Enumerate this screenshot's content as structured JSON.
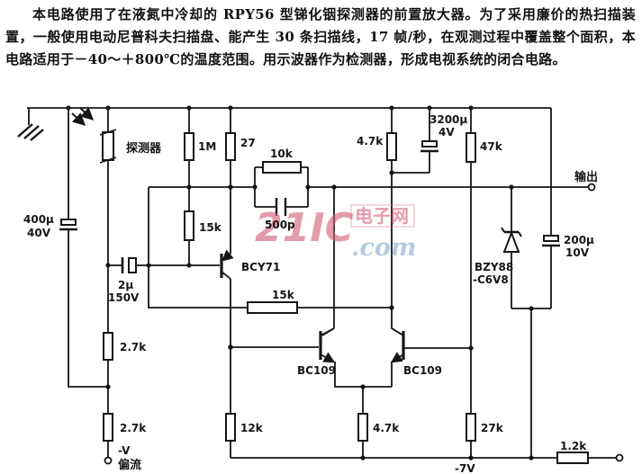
{
  "description": {
    "text": "本电路使用了在液氮中冷却的 RPY56 型锑化铟探测器的前置放大器。为了采用廉价的热扫描装置，一般使用电动尼普科夫扫描盘、能产生 30 条扫描线，17 帧/秒，在观测过程中覆盖整个面积，本电路适用于－40～＋800℃的温度范围。用示波器作为检测器，形成电视系统的闭合电路。"
  },
  "watermark": {
    "brand": "21IC",
    "site": "电子网",
    "suffix": ".com",
    "red": "#d4607b",
    "blue": "#a9c3dd"
  },
  "components": {
    "detector": "探测器",
    "c400u": "400μ",
    "c400u_v": "40V",
    "r_1m": "1M",
    "r_27": "27",
    "r_10k": "10k",
    "c_500p": "500p",
    "r_4k7_top": "4.7k",
    "c_3200u": "3200μ",
    "c_3200u_v": "4V",
    "r_47k": "47k",
    "r_15k_vert": "15k",
    "q1": "BCY71",
    "c_2u": "2μ",
    "c_2u_v": "150V",
    "r_15k_fb": "15k",
    "r_2k7_up": "2.7k",
    "r_2k7_low": "2.7k",
    "r_12k": "12k",
    "q2": "BC109",
    "q3": "BC109",
    "r_4k7_bot": "4.7k",
    "r_27k": "27k",
    "zener_1": "BZY88",
    "zener_2": "-C6V8",
    "c_200u": "200μ",
    "c_200u_v": "10V",
    "r_1k2": "1.2k"
  },
  "terminals": {
    "output": "输出",
    "bias_line1": "-V",
    "bias_line2": "偏流",
    "rail_neg7": "-7V"
  }
}
